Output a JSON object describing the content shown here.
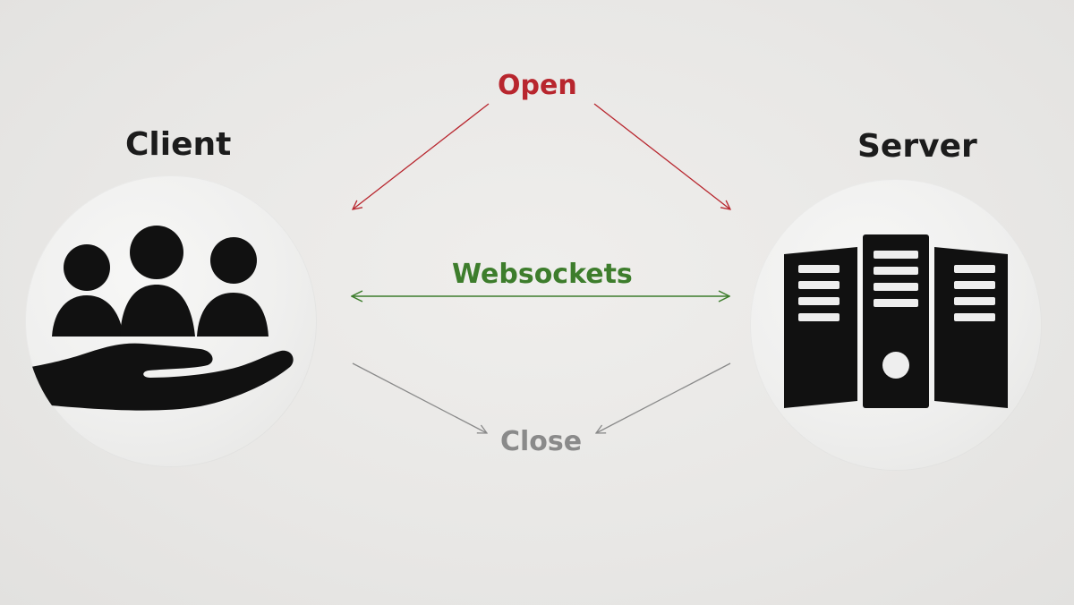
{
  "diagram": {
    "client": {
      "title": "Client",
      "icon": "people-in-hand-icon"
    },
    "server": {
      "title": "Server",
      "icon": "server-rack-icon"
    },
    "open": {
      "label": "Open",
      "color": "#b8262e"
    },
    "websockets": {
      "label": "Websockets",
      "color": "#3d7d2c"
    },
    "close": {
      "label": "Close",
      "color": "#8a8a8a"
    }
  }
}
